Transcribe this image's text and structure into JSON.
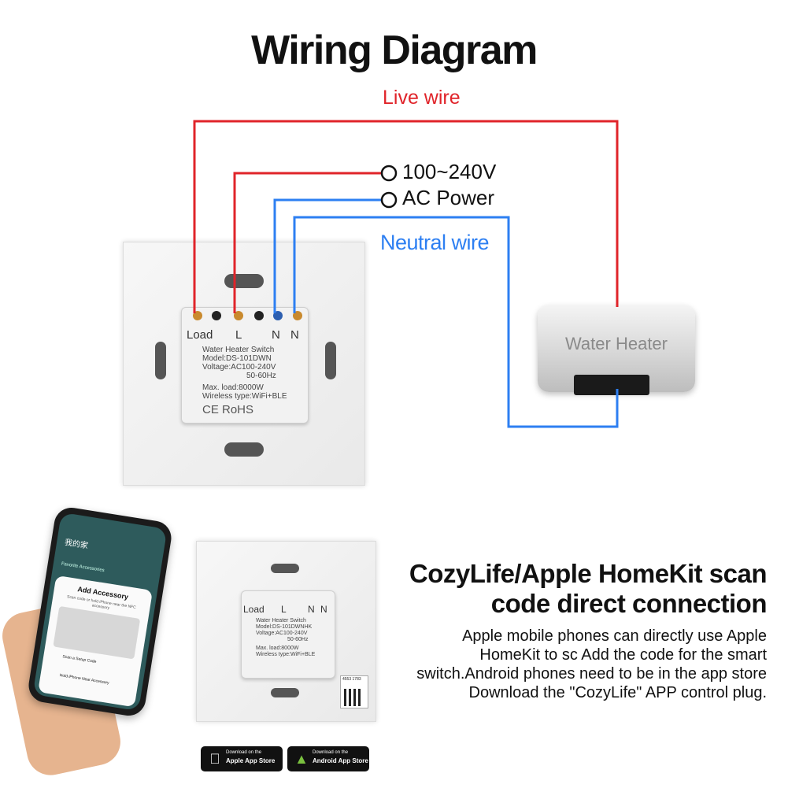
{
  "title": "Wiring Diagram",
  "wires": {
    "live_label": "Live wire",
    "voltage_label": "100~240V",
    "ac_power_label": "AC Power",
    "neutral_label": "Neutral wire"
  },
  "colors": {
    "live": "#e0242a",
    "neutral": "#2d7ff2",
    "text": "#111111"
  },
  "switch_module": {
    "terminals": [
      "Load",
      "L",
      "N",
      "N"
    ],
    "name": "Water Heater Switch",
    "model": "Model:DS-101DWN",
    "voltage": "Voltage:AC100-240V",
    "frequency": "50-60Hz",
    "max_load": "Max. load:8000W",
    "wireless": "Wireless type:WiFi+BLE",
    "marks": "CE RoHS"
  },
  "heater": {
    "label": "Water Heater"
  },
  "switch_module_small": {
    "terminals": [
      "Load",
      "L",
      "N",
      "N"
    ],
    "name": "Water Heater Switch",
    "model": "Model:DS-101DWNHK",
    "voltage": "Voltage:AC100-240V",
    "frequency": "50-60Hz",
    "max_load": "Max. load:8000W",
    "wireless": "Wireless type:WiFi+BLE",
    "qr_code": "4553 1783"
  },
  "phone": {
    "home_title": "我的家",
    "favorite": "Favorite Accessories",
    "sheet_title": "Add Accessory",
    "sheet_sub": "Scan code or hold iPhone near the NFC accessory",
    "scan_setup": "Scan a Setup Code",
    "hold_nfc": "Hold iPhone Near Accessory"
  },
  "feature": {
    "heading_line1": "CozyLife/Apple HomeKit scan",
    "heading_line2": "code direct connection",
    "body": "Apple mobile phones can directly use Apple HomeKit to sc Add the code for the smart switch.Android phones need to be in the app store Download the \"CozyLife\" APP control plug."
  },
  "badges": {
    "apple_small": "Download on the",
    "apple_big": "Apple App Store",
    "android_small": "Download on the",
    "android_big": "Android App Store"
  }
}
